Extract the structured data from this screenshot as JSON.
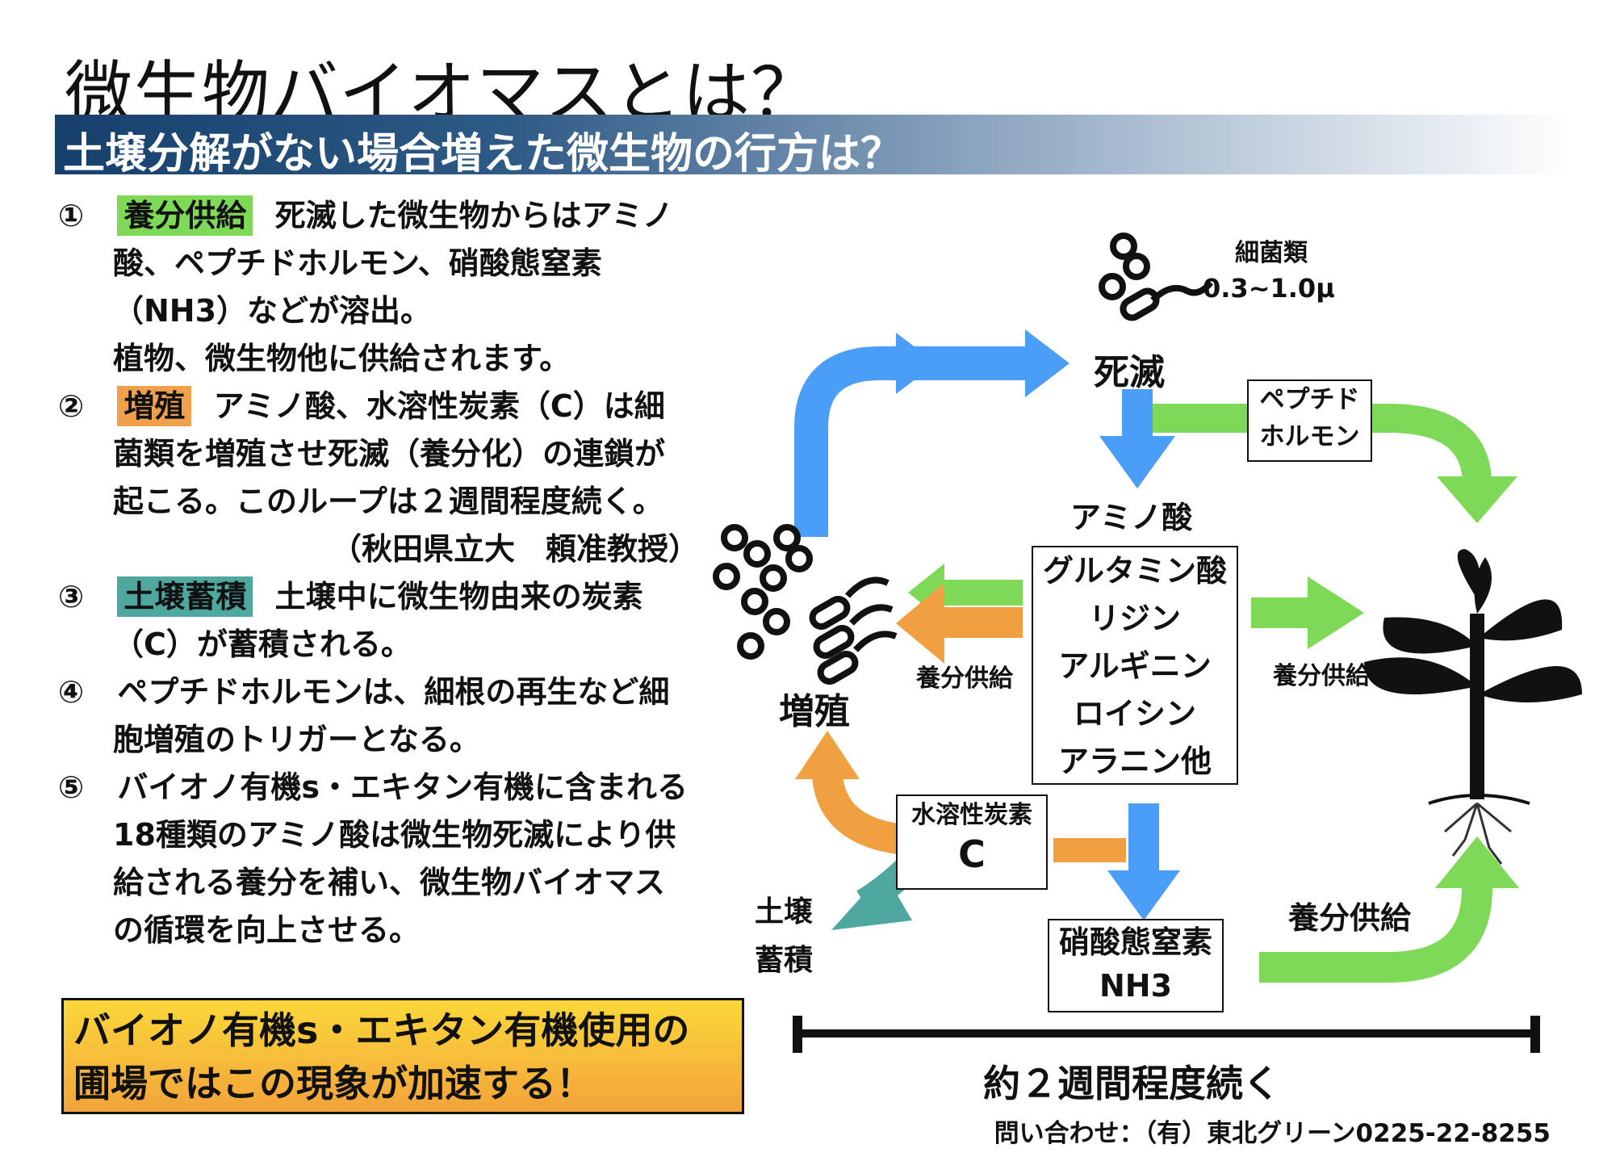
{
  "title": "微生物バイオマスとは？",
  "subtitle": "土壌分解がない場合増えた微生物の行方は？",
  "items": [
    {
      "num": "①",
      "tag": "養分供給",
      "lines": [
        "死滅した微生物からはアミノ",
        "酸、ペプチドホルモン、硝酸態窒素",
        "（NH3）などが溶出。",
        "植物、微生物他に供給されます。"
      ]
    },
    {
      "num": "②",
      "tag": "増殖",
      "lines": [
        "アミノ酸、水溶性炭素（C）は細",
        "菌類を増殖させ死滅（養分化）の連鎖が",
        "起こる。このループは２週間程度続く。",
        "（秋田県立大　頼准教授）"
      ]
    },
    {
      "num": "③",
      "tag": "土壌蓄積",
      "lines": [
        "土壌中に微生物由来の炭素",
        "（C）が蓄積される。"
      ]
    },
    {
      "num": "④",
      "lines": [
        "ペプチドホルモンは、細根の再生など細",
        "胞増殖のトリガーとなる。"
      ]
    },
    {
      "num": "⑤",
      "lines": [
        "バイオノ有機s・エキタン有機に含まれる",
        "18種類のアミノ酸は微生物死滅により供",
        "給される養分を補い、微生物バイオマス",
        "の循環を向上させる。"
      ]
    }
  ],
  "callout": [
    "バイオノ有機s・エキタン有機使用の",
    "圃場ではこの現象が加速する！"
  ],
  "diagram": {
    "bacteria_label": "細菌類",
    "bacteria_size": "0.3~1.0μ",
    "death": "死滅",
    "growth": "増殖",
    "peptide": [
      "ペプチド",
      "ホルモン"
    ],
    "amino_header": "アミノ酸",
    "amino_list": [
      "グルタミン酸",
      "リジン",
      "アルギニン",
      "ロイシン",
      "アラニン他"
    ],
    "nutrient_left": "養分供給",
    "nutrient_right": "養分供給",
    "nutrient_bottom": "養分供給",
    "carbon": [
      "水溶性炭素",
      "C"
    ],
    "soil": [
      "土壌",
      "蓄積"
    ],
    "nitrate": [
      "硝酸態窒素",
      "NH3"
    ],
    "duration": "約２週間程度続く"
  },
  "contact": "問い合わせ：（有）東北グリーン0225-22-8255",
  "colors": {
    "blue": "#4a9ef5",
    "green": "#7ed957",
    "orange": "#f0a040",
    "teal": "#4fa8a0",
    "navy": "#17406d"
  }
}
